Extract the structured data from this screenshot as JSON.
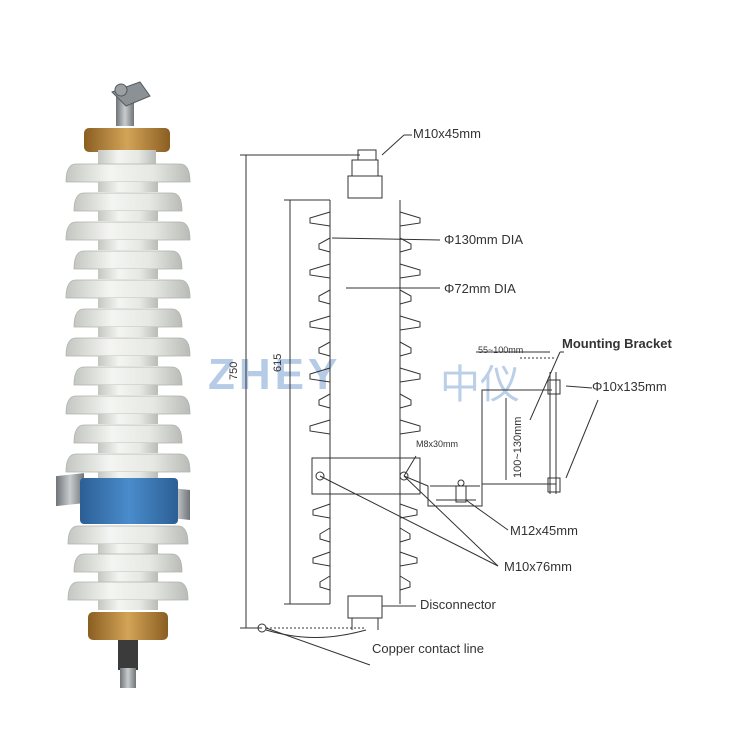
{
  "watermark": {
    "latin": "ZHEY",
    "chinese": "中仪"
  },
  "labels": {
    "m10x45": "M10x45mm",
    "d130": "Φ130mm DIA",
    "d72": "Φ72mm DIA",
    "mounting_bracket": "Mounting Bracket",
    "range_55_100": "55~100mm",
    "d10x135": "Φ10x135mm",
    "range_100_130": "100~130mm",
    "m8x30": "M8x30mm",
    "m12x45": "M12x45mm",
    "m10x76": "M10x76mm",
    "disconnector": "Disconnector",
    "copper_line": "Copper contact line",
    "dim_750": "750",
    "dim_615": "615"
  },
  "colors": {
    "porcelain": "#eef0ec",
    "porcelain_shade": "#c9ccc6",
    "brass": "#b8863a",
    "clamp_blue": "#3a78b8",
    "steel": "#9aa0a4"
  }
}
